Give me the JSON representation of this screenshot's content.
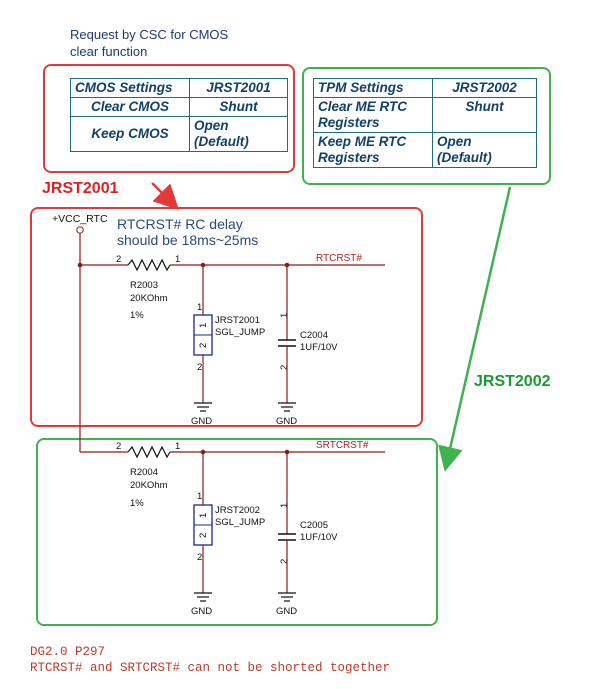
{
  "request_note": [
    "Request by CSC for CMOS",
    "clear function"
  ],
  "cmos_table": {
    "header": [
      "CMOS Settings",
      "JRST2001"
    ],
    "rows": [
      [
        "Clear CMOS",
        "Shunt"
      ],
      [
        "Keep CMOS",
        "Open\n(Default)"
      ]
    ]
  },
  "tpm_table": {
    "header": [
      "TPM Settings",
      "JRST2002"
    ],
    "rows": [
      [
        "Clear ME RTC\nRegisters",
        "Shunt"
      ],
      [
        "Keep ME RTC\nRegisters",
        "Open\n(Default)"
      ]
    ]
  },
  "callouts": {
    "jrst2001": "JRST2001",
    "jrst2002": "JRST2002"
  },
  "schematic": {
    "power_net": "+VCC_RTC",
    "rc_note": [
      "RTCRST# RC delay",
      "should be 18ms~25ms"
    ],
    "net1": "RTCRST#",
    "net2": "SRTCRST#",
    "gnd": "GND",
    "pin1": "1",
    "pin2": "2",
    "r1": {
      "ref": "R2003",
      "value": "20KOhm",
      "tol": "1%"
    },
    "r2": {
      "ref": "R2004",
      "value": "20KOhm",
      "tol": "1%"
    },
    "j1": {
      "ref": "JRST2001",
      "type": "SGL_JUMP"
    },
    "j2": {
      "ref": "JRST2002",
      "type": "SGL_JUMP"
    },
    "c1": {
      "ref": "C2004",
      "value": "1UF/10V"
    },
    "c2": {
      "ref": "C2005",
      "value": "1UF/10V"
    }
  },
  "footer": {
    "line1": "DG2.0 P297",
    "line2": "RTCRST# and SRTCRST# can not be shorted together"
  },
  "colors": {
    "red_box": "#e23a3a",
    "green_box": "#3fb14e",
    "wire": "#8b1a1a",
    "table_text": "#12406a"
  }
}
